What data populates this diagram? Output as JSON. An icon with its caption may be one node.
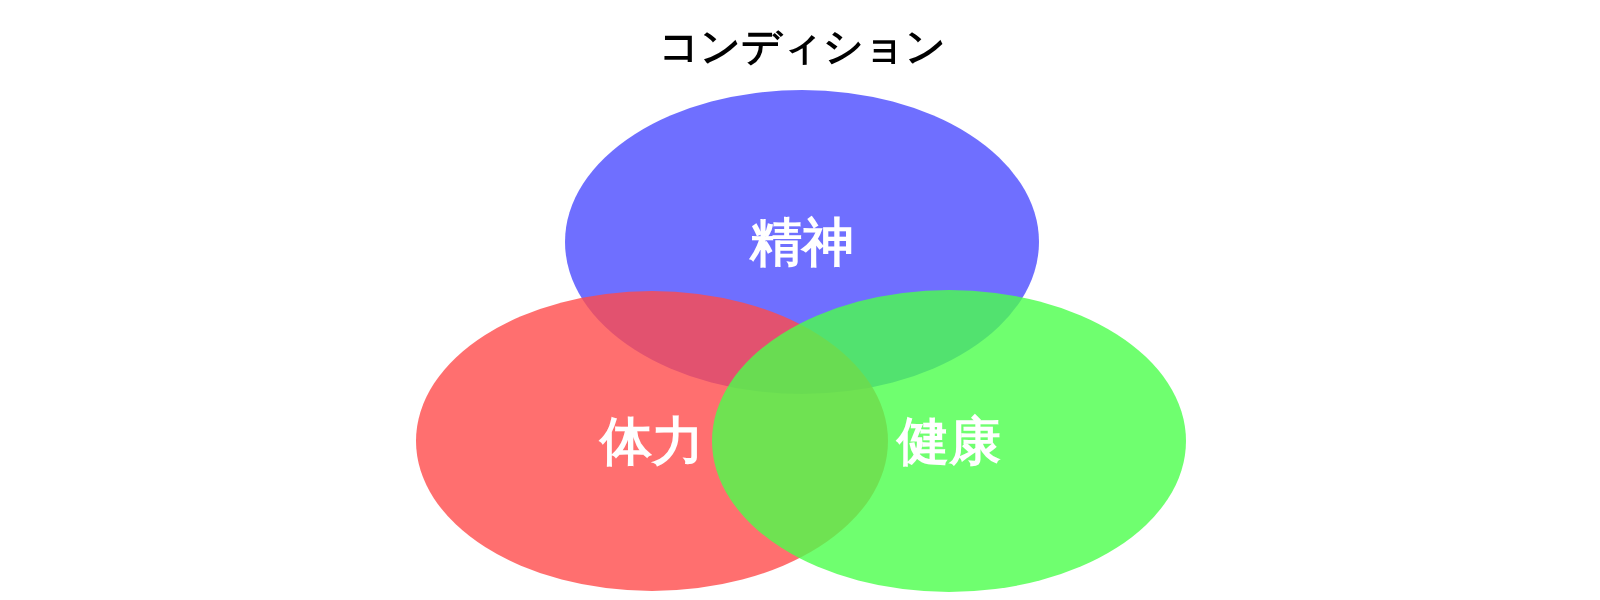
{
  "diagram": {
    "title": "コンディション",
    "nodes": [
      {
        "text": [
          "精神"
        ]
      },
      {
        "text": [
          "体力"
        ]
      },
      {
        "text": [
          "健康"
        ]
      }
    ]
  }
}
